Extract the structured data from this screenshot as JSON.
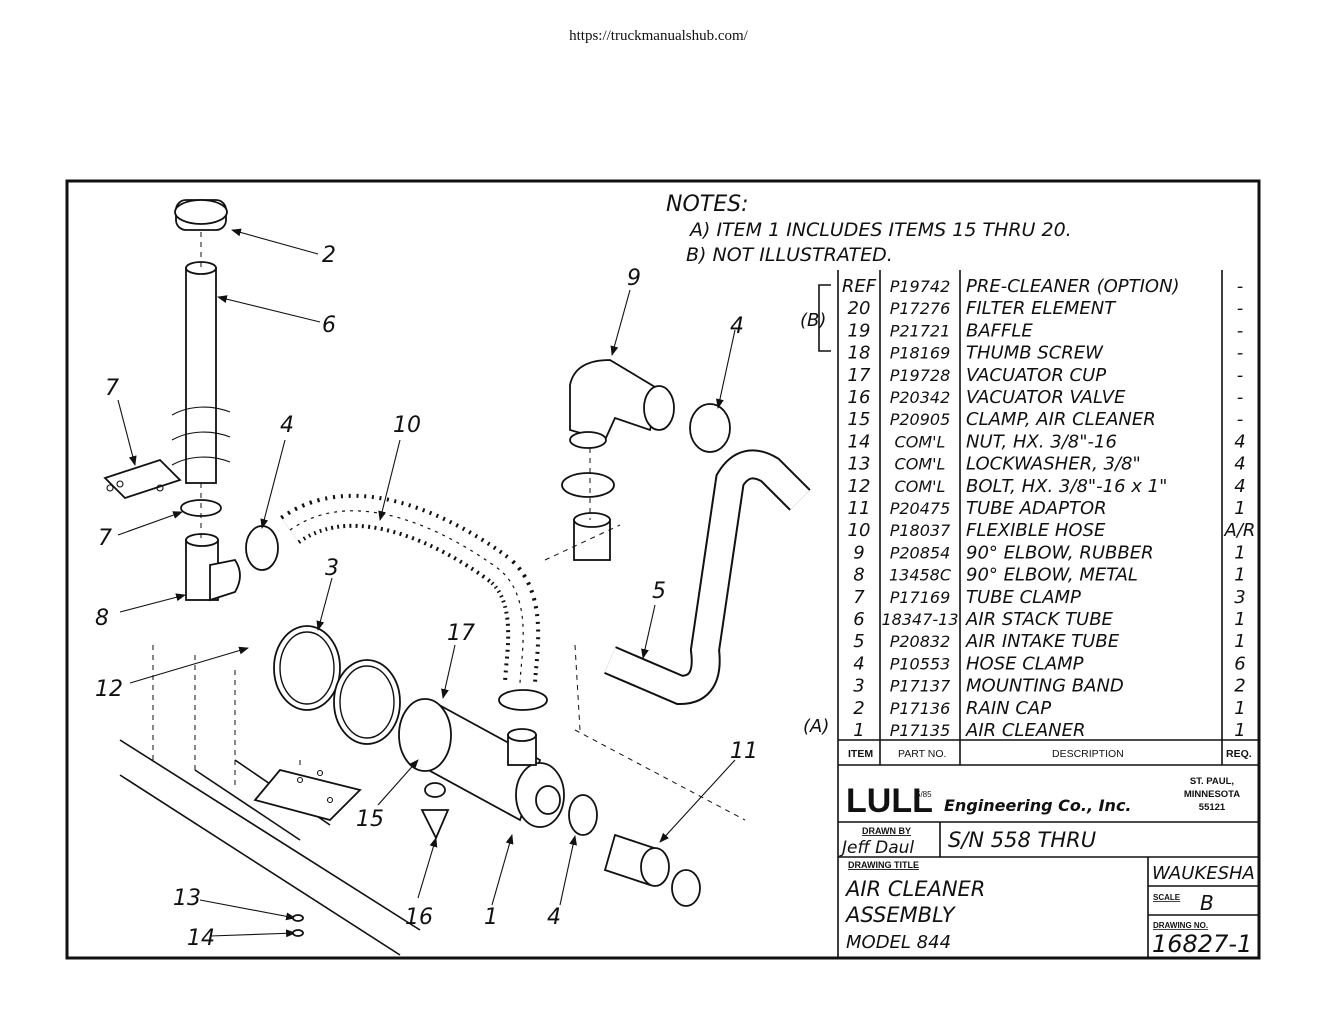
{
  "url": "https://truckmanualshub.com/",
  "notes": {
    "heading": "NOTES:",
    "a": "A) ITEM 1 INCLUDES ITEMS 15 THRU 20.",
    "b": "B) NOT ILLUSTRATED."
  },
  "parts_table": {
    "headers": {
      "item": "ITEM",
      "part": "PART NO.",
      "desc": "DESCRIPTION",
      "req": "REQ."
    },
    "rows": [
      {
        "item": "REF",
        "part": "P19742",
        "desc": "PRE-CLEANER (OPTION)",
        "req": "-"
      },
      {
        "item": "20",
        "part": "P17276",
        "desc": "FILTER ELEMENT",
        "req": "-"
      },
      {
        "item": "19",
        "part": "P21721",
        "desc": "BAFFLE",
        "req": "-"
      },
      {
        "item": "18",
        "part": "P18169",
        "desc": "THUMB SCREW",
        "req": "-"
      },
      {
        "item": "17",
        "part": "P19728",
        "desc": "VACUATOR CUP",
        "req": "-"
      },
      {
        "item": "16",
        "part": "P20342",
        "desc": "VACUATOR VALVE",
        "req": "-"
      },
      {
        "item": "15",
        "part": "P20905",
        "desc": "CLAMP, AIR CLEANER",
        "req": "-"
      },
      {
        "item": "14",
        "part": "COM'L",
        "desc": "NUT, HX. 3/8\"-16",
        "req": "4"
      },
      {
        "item": "13",
        "part": "COM'L",
        "desc": "LOCKWASHER, 3/8\"",
        "req": "4"
      },
      {
        "item": "12",
        "part": "COM'L",
        "desc": "BOLT, HX. 3/8\"-16 x 1\"",
        "req": "4"
      },
      {
        "item": "11",
        "part": "P20475",
        "desc": "TUBE ADAPTOR",
        "req": "1"
      },
      {
        "item": "10",
        "part": "P18037",
        "desc": "FLEXIBLE HOSE",
        "req": "A/R"
      },
      {
        "item": "9",
        "part": "P20854",
        "desc": "90° ELBOW, RUBBER",
        "req": "1"
      },
      {
        "item": "8",
        "part": "13458C",
        "desc": "90° ELBOW, METAL",
        "req": "1"
      },
      {
        "item": "7",
        "part": "P17169",
        "desc": "TUBE CLAMP",
        "req": "3"
      },
      {
        "item": "6",
        "part": "18347-13",
        "desc": "AIR STACK TUBE",
        "req": "1"
      },
      {
        "item": "5",
        "part": "P20832",
        "desc": "AIR INTAKE TUBE",
        "req": "1"
      },
      {
        "item": "4",
        "part": "P10553",
        "desc": "HOSE CLAMP",
        "req": "6"
      },
      {
        "item": "3",
        "part": "P17137",
        "desc": "MOUNTING BAND",
        "req": "2"
      },
      {
        "item": "2",
        "part": "P17136",
        "desc": "RAIN CAP",
        "req": "1"
      },
      {
        "item": "1",
        "part": "P17135",
        "desc": "AIR CLEANER",
        "req": "1"
      }
    ],
    "bracket_b": "(B)",
    "marker_a": "(A)"
  },
  "title_block": {
    "logo": "LULL",
    "date": "5/85",
    "company": "Engineering Co., Inc.",
    "city": "ST. PAUL,",
    "state": "MINNESOTA",
    "zip": "55121",
    "drawn_by_label": "DRAWN BY",
    "drawn_by": "Jeff Daul",
    "serial": "S/N 558 THRU",
    "drawing_title_label": "DRAWING TITLE",
    "title_line1": "AIR CLEANER",
    "title_line2": "ASSEMBLY",
    "title_line3": "MODEL 844",
    "engine": "WAUKESHA",
    "scale_label": "SCALE",
    "scale": "B",
    "drawing_no_label": "DRAWING NO.",
    "drawing_no": "16827-1"
  },
  "callouts": {
    "c2": "2",
    "c6": "6",
    "c7a": "7",
    "c7b": "7",
    "c4a": "4",
    "c10": "10",
    "c8": "8",
    "c3": "3",
    "c17": "17",
    "c12": "12",
    "c15": "15",
    "c9": "9",
    "c4b": "4",
    "c5": "5",
    "c11": "11",
    "c13": "13",
    "c14": "14",
    "c16": "16",
    "c1": "1",
    "c4c": "4"
  }
}
